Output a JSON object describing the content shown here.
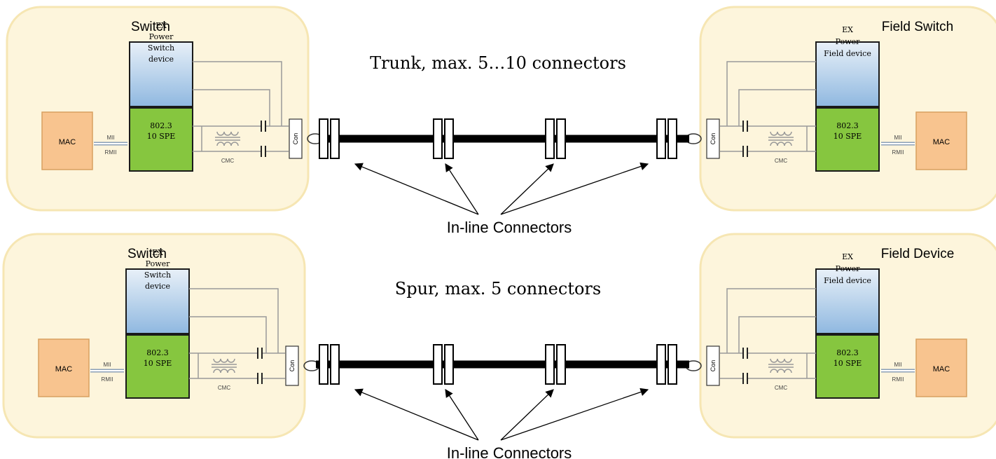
{
  "colors": {
    "panel_fill": "#fdf5dc",
    "panel_border": "#f6e6b3",
    "ex_power_top": "#e8f0f8",
    "ex_power_bottom": "#8fb8e0",
    "phy_green": "#86c63f",
    "mac_orange": "#f8c48f",
    "cable": "#000000"
  },
  "rows": [
    {
      "cable_label": "Trunk, max. 5…10 connectors",
      "connectors_label": "In-line Connectors",
      "left": {
        "title": "Switch",
        "ex_power": [
          "EX",
          "Power",
          "Switch",
          "device"
        ],
        "phy": [
          "802.3",
          "10 SPE"
        ],
        "mac": "MAC",
        "mii": "MII",
        "rmii": "RMII",
        "cmc": "CMC",
        "con": "Con"
      },
      "right": {
        "title": "Field Switch",
        "ex_power": [
          "EX",
          "Power",
          "Field device"
        ],
        "phy": [
          "802.3",
          "10 SPE"
        ],
        "mac": "MAC",
        "mii": "MII",
        "rmii": "RMII",
        "cmc": "CMC",
        "con": "Con"
      }
    },
    {
      "cable_label": "Spur, max. 5 connectors",
      "connectors_label": "In-line Connectors",
      "left": {
        "title": "Switch",
        "ex_power": [
          "EX",
          "Power",
          "Switch",
          "device"
        ],
        "phy": [
          "802.3",
          "10 SPE"
        ],
        "mac": "MAC",
        "mii": "MII",
        "rmii": "RMII",
        "cmc": "CMC",
        "con": "Con"
      },
      "right": {
        "title": "Field Device",
        "ex_power": [
          "EX",
          "Power",
          "Field device"
        ],
        "phy": [
          "802.3",
          "10 SPE"
        ],
        "mac": "MAC",
        "mii": "MII",
        "rmii": "RMII",
        "cmc": "CMC",
        "con": "Con"
      }
    }
  ]
}
